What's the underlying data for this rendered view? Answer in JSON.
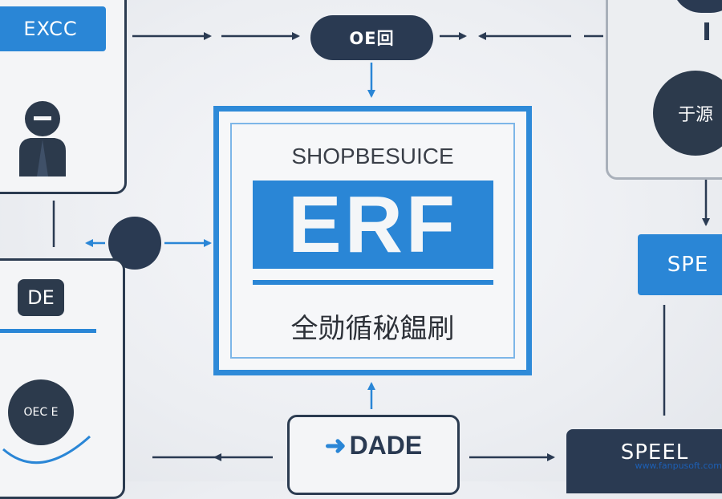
{
  "nodes": {
    "exec_label": "EXCC",
    "top_pill_label": "OE回",
    "card_subtitle": "SHOPBESUICE",
    "card_title": "ERF",
    "card_caption": "全勋循秘饂刷",
    "de_label": "DE",
    "circle_label": "OEC E",
    "right_circle_label": "于源",
    "spe_label": "SPE",
    "dade_label": "DADE",
    "spell_label": "SPEEL"
  },
  "watermark": "www.fanpusoft.com",
  "colors": {
    "accent_blue": "#2a86d6",
    "navy": "#2a3a52",
    "background": "#eceef2"
  }
}
